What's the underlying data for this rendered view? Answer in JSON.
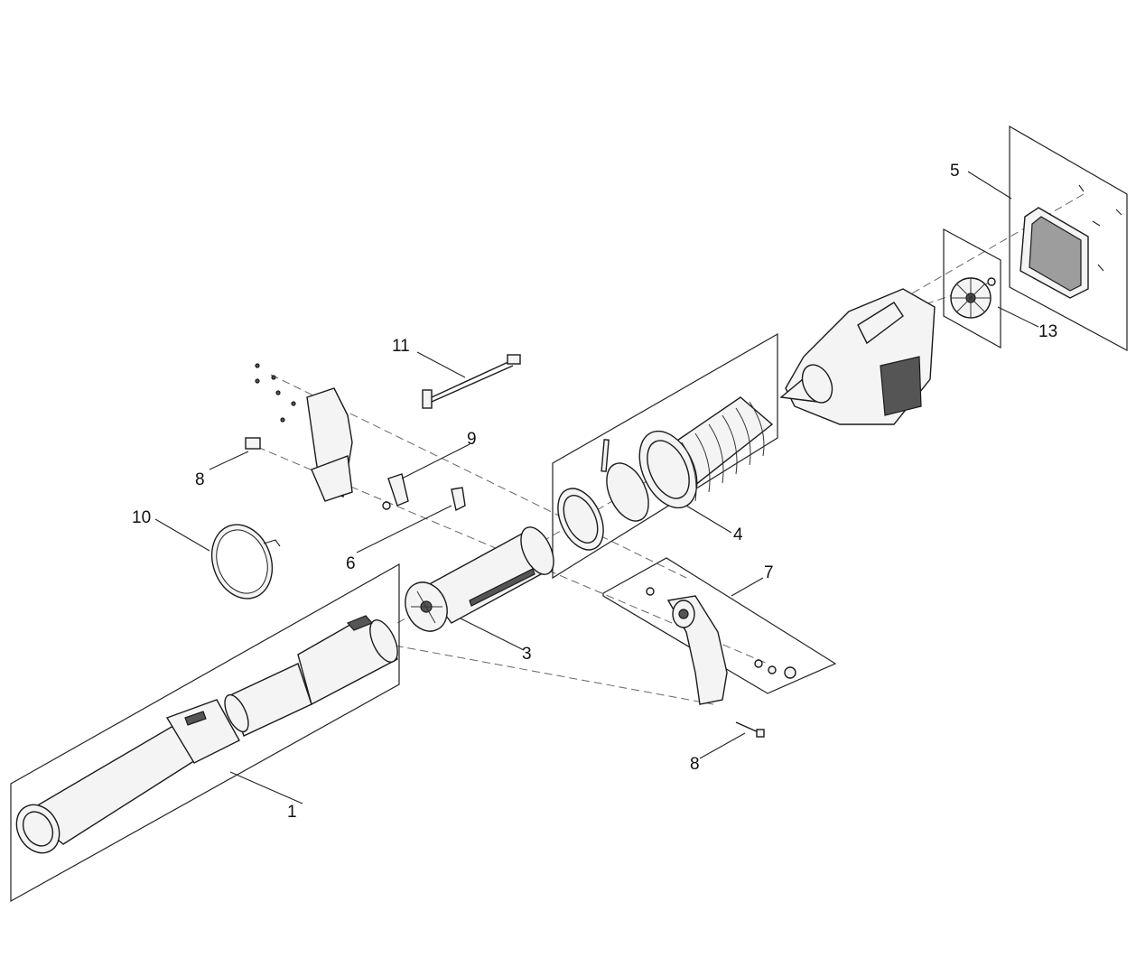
{
  "diagram": {
    "callouts": {
      "c1": "1",
      "c3": "3",
      "c4": "4",
      "c5": "5",
      "c6": "6",
      "c7": "7",
      "c8a": "8",
      "c8b": "8",
      "c9": "9",
      "c10": "10",
      "c11": "11",
      "c13": "13"
    },
    "parts": [
      {
        "ref": "1",
        "icon": "blower-tube-icon"
      },
      {
        "ref": "3",
        "icon": "nozzle-adapter-icon"
      },
      {
        "ref": "4",
        "icon": "flex-hose-icon"
      },
      {
        "ref": "5",
        "icon": "inlet-grille-icon"
      },
      {
        "ref": "6",
        "icon": "latch-icon"
      },
      {
        "ref": "7",
        "icon": "handle-icon"
      },
      {
        "ref": "8",
        "icon": "screw-icon"
      },
      {
        "ref": "9",
        "icon": "trigger-icon"
      },
      {
        "ref": "10",
        "icon": "strap-ring-icon"
      },
      {
        "ref": "11",
        "icon": "wire-harness-icon"
      },
      {
        "ref": "13",
        "icon": "fan-impeller-icon"
      }
    ]
  }
}
